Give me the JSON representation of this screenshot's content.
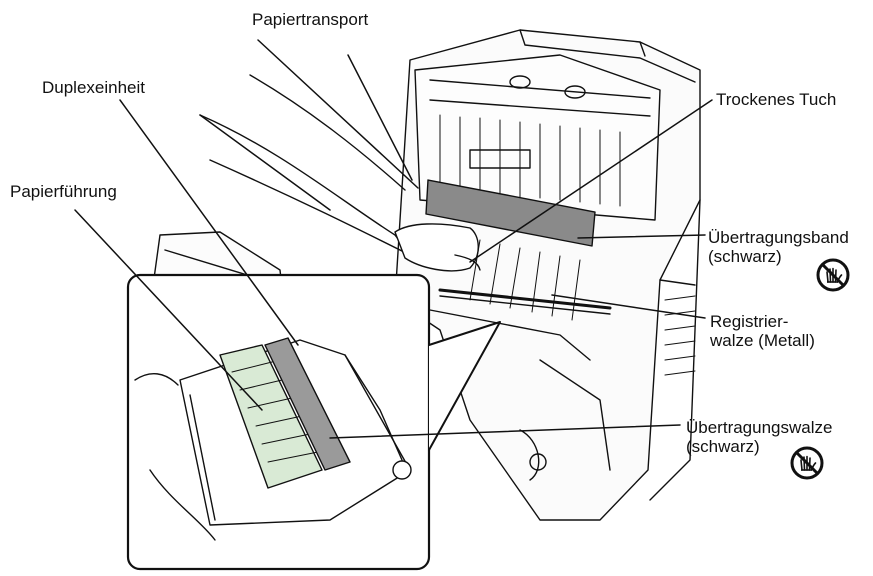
{
  "labels": {
    "papiertransport": "Papiertransport",
    "duplexeinheit": "Duplexeinheit",
    "papierfuehrung": "Papierführung",
    "trockenes_tuch": "Trockenes Tuch",
    "uebertragungsband": {
      "line1": "Übertragungsband",
      "line2": "(schwarz)"
    },
    "registrierwalze": {
      "line1": "Registrier-",
      "line2": "walze (Metall)"
    },
    "uebertragungswalze": {
      "line1": "Übertragungswalze",
      "line2": "(schwarz)"
    }
  },
  "icons": {
    "warning": "do-not-touch-icon"
  },
  "colors": {
    "line": "#111111",
    "transfer_belt": "#8a8a8a",
    "paper_guide": "#d9ead5",
    "transfer_roller": "#9a9a9a"
  }
}
